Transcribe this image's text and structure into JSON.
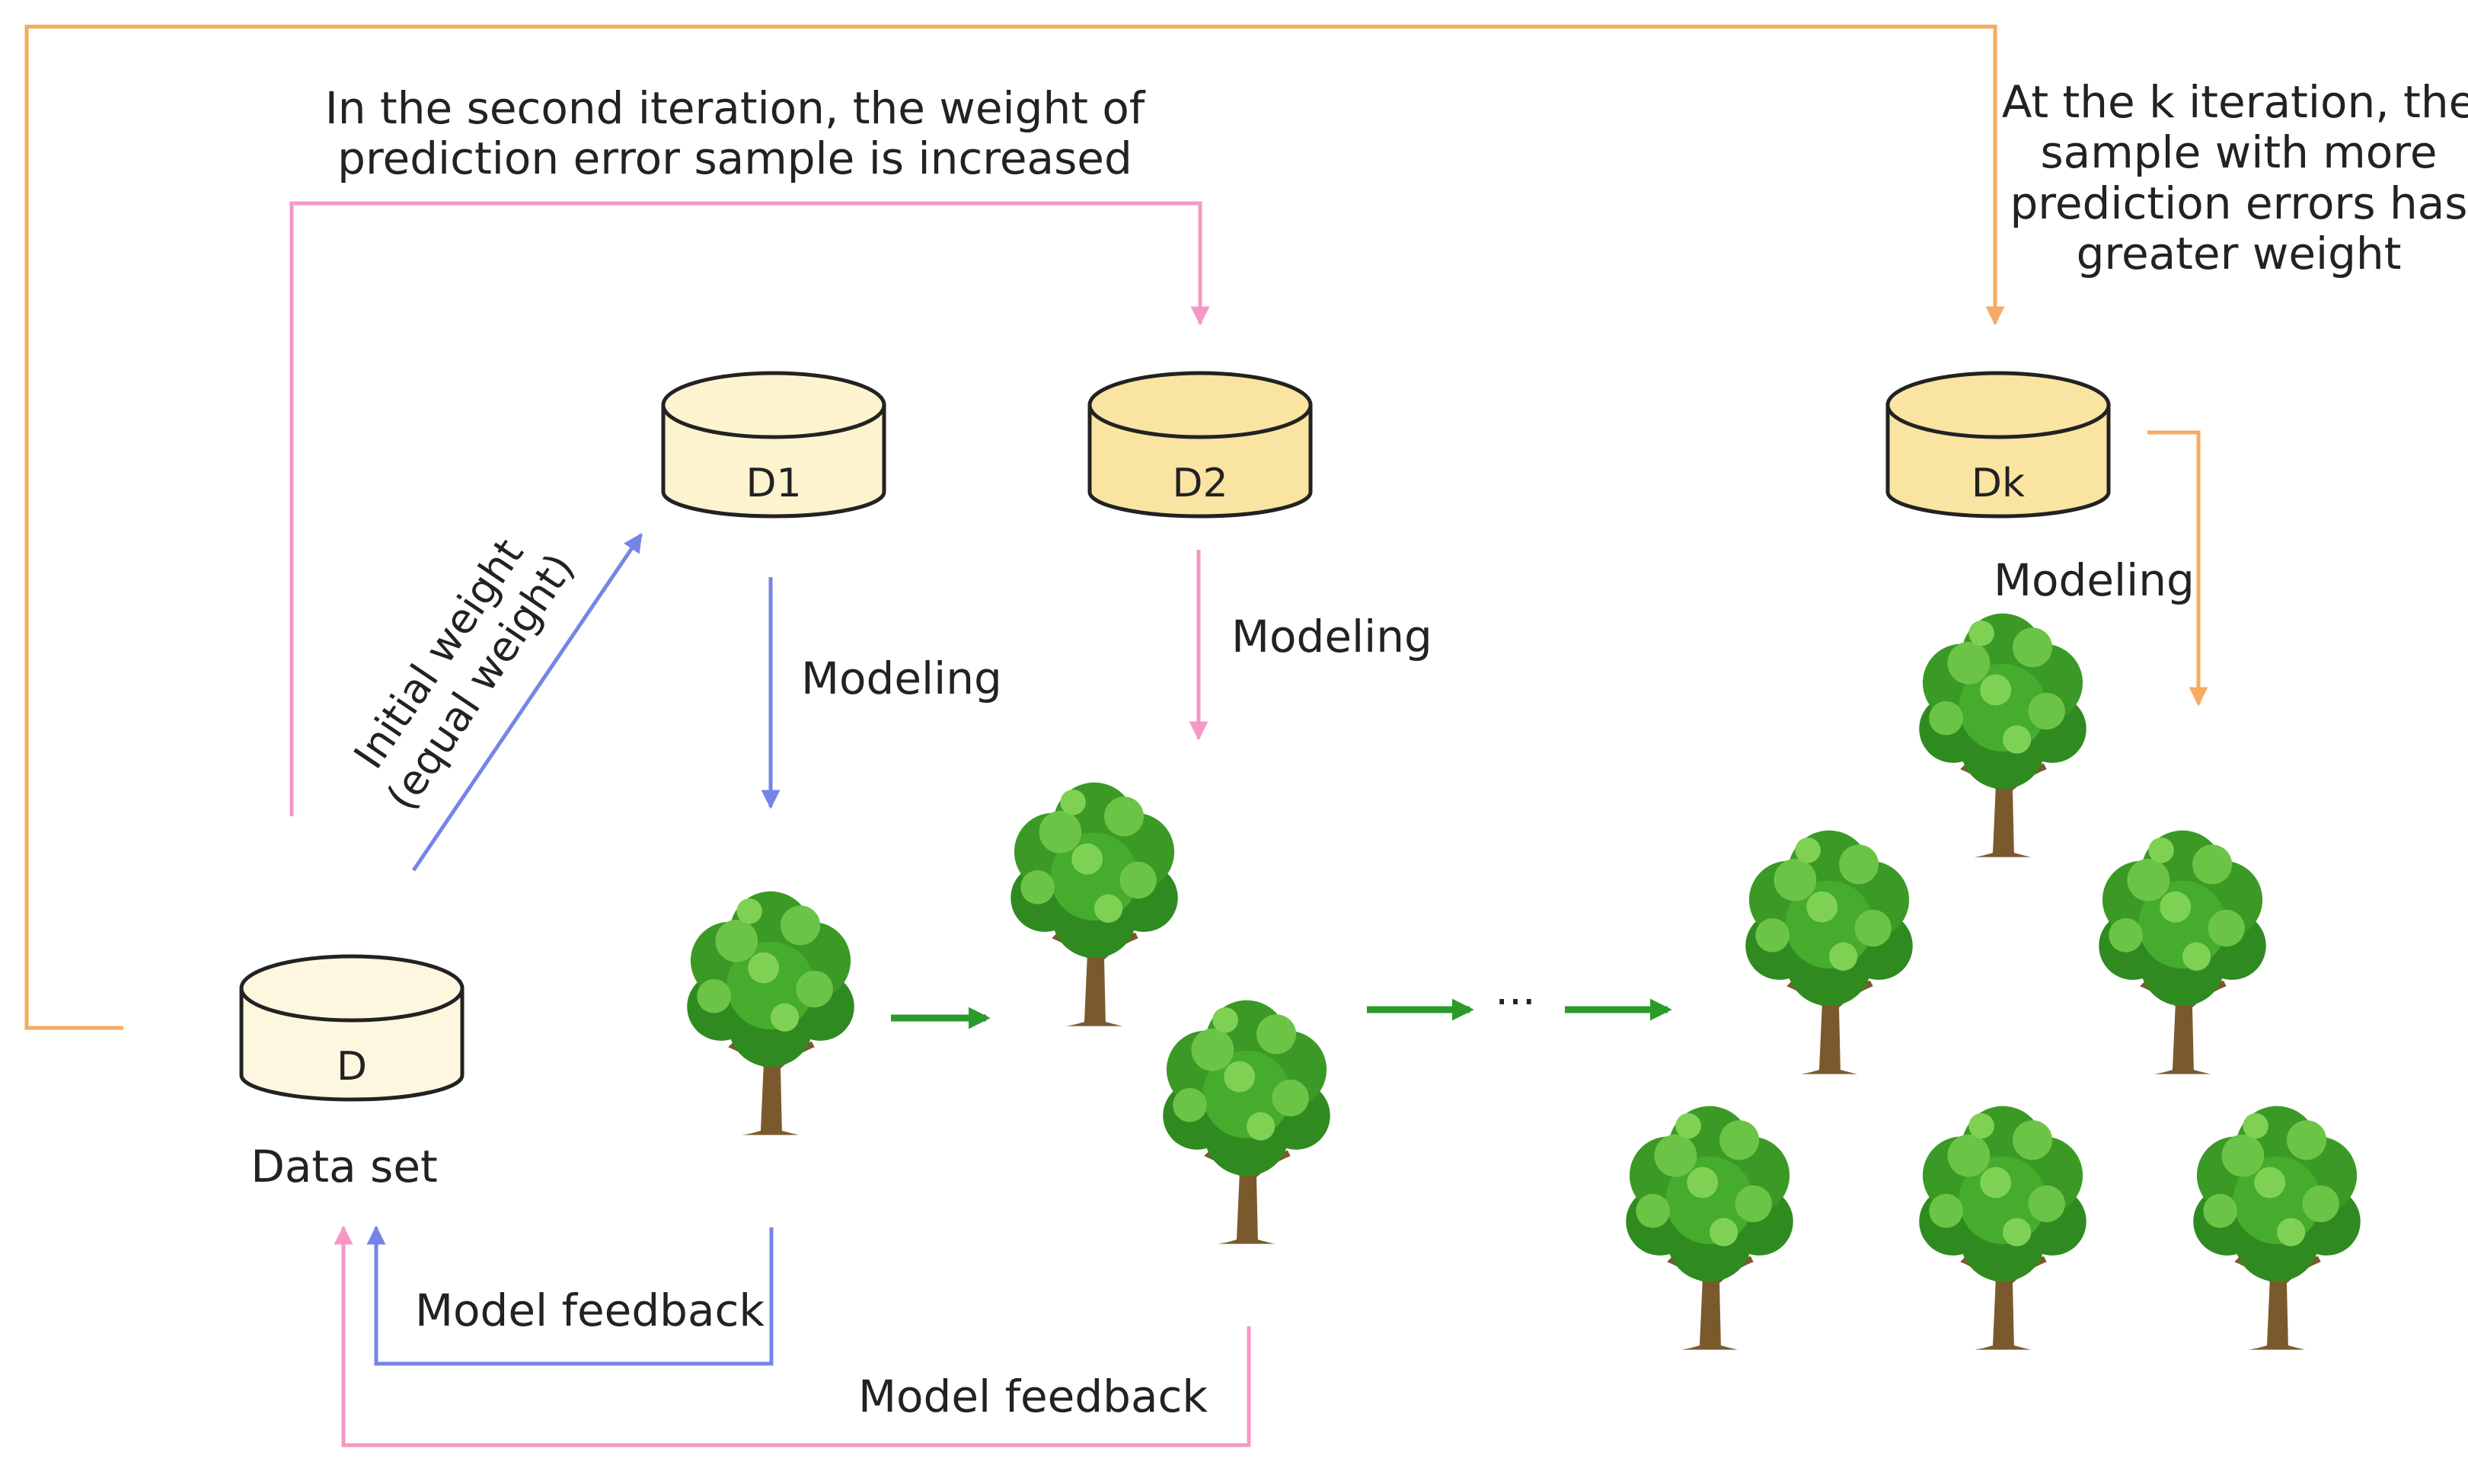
{
  "colors": {
    "orange": "#f7aa62",
    "pink": "#f598c4",
    "blue": "#7585e6",
    "green": "#2a9b2b",
    "db_stroke": "#222222",
    "db_fill_light": "#fdf7df",
    "db_fill_yellow": "#f9e4a2",
    "trunk": "#7a5a2c",
    "foliage_dark": "#2f8b1f",
    "foliage_mid": "#45ac2d",
    "foliage_light": "#7fd154"
  },
  "databases": {
    "d": "D",
    "d1": "D1",
    "d2": "D2",
    "dk": "Dk"
  },
  "labels": {
    "data_set": "Data set",
    "second_iteration_line1": "In the second iteration, the weight of",
    "second_iteration_line2": "prediction error sample is increased",
    "kth_iteration_lines": [
      "At the k iteration, the",
      "sample with more",
      "prediction errors has",
      "greater weight"
    ],
    "initial_weight_line1": "Initial weight",
    "initial_weight_line2": "(equal weight)",
    "modeling_1": "Modeling",
    "modeling_2": "Modeling",
    "modeling_k": "Modeling",
    "feedback_1": "Model feedback",
    "feedback_2": "Model feedback",
    "ellipsis": "···"
  },
  "icons": {
    "tree": "tree-icon",
    "database": "database-cylinder-icon",
    "arrow": "arrow-head-icon"
  }
}
